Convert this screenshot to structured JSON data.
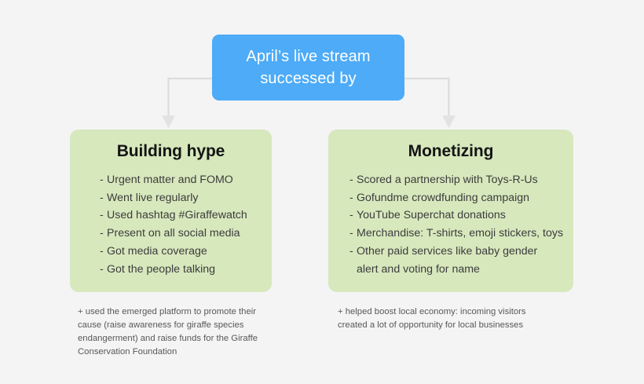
{
  "diagram": {
    "background_color": "#f4f4f5",
    "root": {
      "title": "April’s live stream\nsuccessed by",
      "color": "#4dabf7",
      "text_color": "#ffffff"
    },
    "connector": {
      "color": "#dcdcdc",
      "arrow_name": "down-arrow"
    },
    "branches": [
      {
        "heading": "Building hype",
        "color": "#d7e8bd",
        "items": [
          "Urgent matter and FOMO",
          "Went live regularly",
          "Used hashtag #Giraffewatch",
          "Present on all social media",
          "Got media coverage",
          "Got the people talking"
        ],
        "footnote": "+ used the emerged platform to promote their cause (raise awareness for giraffe species endangerment) and raise funds for the Giraffe Conservation Foundation"
      },
      {
        "heading": "Monetizing",
        "color": "#d7e8bd",
        "items": [
          "Scored a partnership with Toys-R-Us",
          "Gofundme crowdfunding campaign",
          "YouTube Superchat donations",
          "Merchandise: T-shirts, emoji stickers, toys",
          "Other paid services like baby gender"
        ],
        "item_continuations": [
          null,
          null,
          null,
          null,
          "alert and voting for name"
        ],
        "footnote": "+ helped boost local economy: incoming visitors created a lot of opportunity for local businesses"
      }
    ]
  }
}
